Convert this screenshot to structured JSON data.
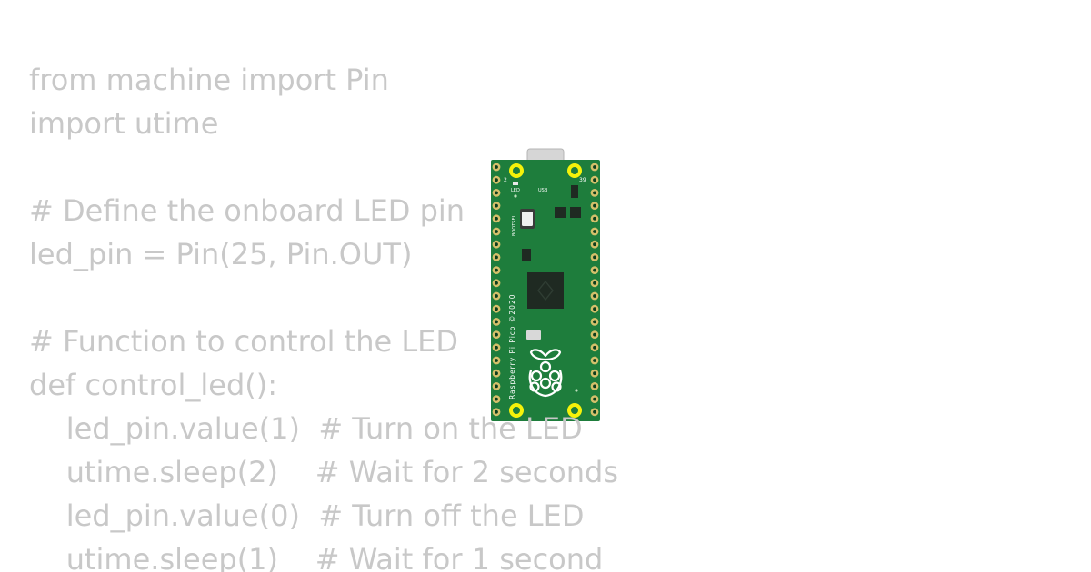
{
  "code": {
    "lines": [
      "from machine import Pin",
      "import utime",
      "",
      "# Define the onboard LED pin",
      "led_pin = Pin(25, Pin.OUT)",
      "",
      "# Function to control the LED",
      "def control_led():",
      "    led_pin.value(1)  # Turn on the LED",
      "    utime.sleep(2)    # Wait for 2 seconds",
      "    led_pin.value(0)  # Turn off the LED",
      "    utime.sleep(1)    # Wait for 1 second"
    ]
  },
  "board": {
    "labels": {
      "pin_left": "2",
      "pin_right": "39",
      "led": "LED",
      "usb": "USB",
      "bootsel": "BOOTSEL",
      "name": "Raspberry Pi Pico ©2020"
    },
    "colors": {
      "pcb": "#1e7d3c",
      "pad": "#d4c06a",
      "mount_hole": "#f5f20a",
      "chip": "#1f2a22",
      "usb": "#d6d6d6"
    },
    "icon": "raspberry-pi-logo-icon"
  }
}
